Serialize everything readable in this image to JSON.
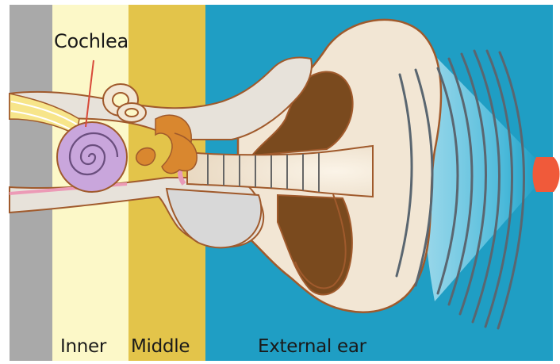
{
  "labels": {
    "cochlea": "Cochlea",
    "inner": "Inner",
    "middle": "Middle",
    "external": "External ear"
  },
  "colors": {
    "skull": "#a9a9a9",
    "inner_zone": "#fcf8c8",
    "middle_zone": "#e3c44a",
    "external_zone": "#1f9ec4",
    "ear_skin": "#f2e6d4",
    "ear_outline": "#a05a2c",
    "ear_cavity": "#7a4a1e",
    "cochlea": "#c9a6dc",
    "ossicles": "#d9872f",
    "sound_source": "#f05a3a",
    "sound_waves": "#5a6670"
  },
  "icons": {
    "sound_source": "sound-source-icon"
  }
}
